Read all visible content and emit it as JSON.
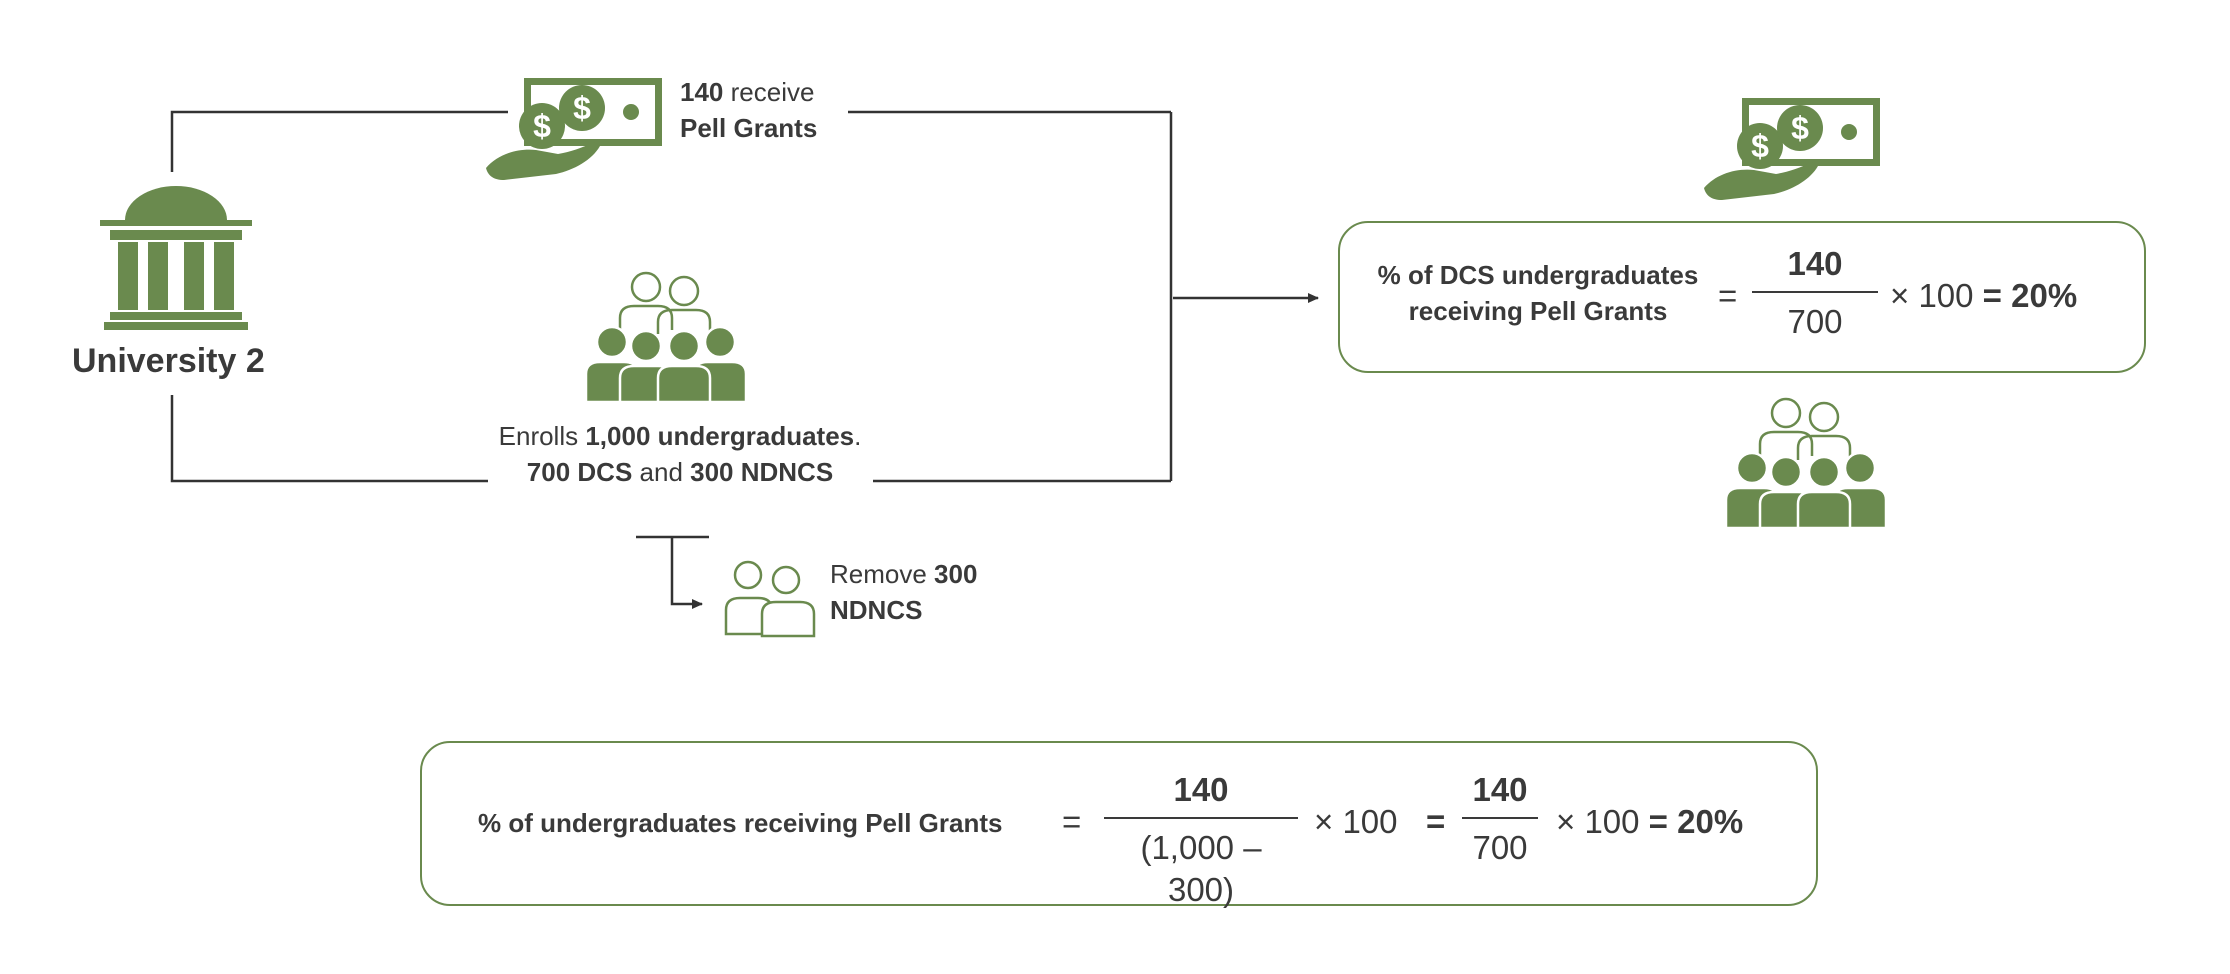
{
  "university": {
    "name": "University 2"
  },
  "pell_receive": {
    "count": "140",
    "text1": " receive",
    "text2": "Pell Grants"
  },
  "enrollment": {
    "prefix": "Enrolls ",
    "total": "1,000 undergraduates",
    "suffix": ".",
    "dcs": "700 DCS",
    "and": " and ",
    "ndncs": "300 NDNCS"
  },
  "remove": {
    "prefix": "Remove ",
    "count": "300",
    "label": "NDNCS"
  },
  "dcs_formula": {
    "label_line1": "% of DCS undergraduates",
    "label_line2": "receiving Pell Grants",
    "equals": "=",
    "numerator": "140",
    "denominator": "700",
    "times": "× 100",
    "equals2": "=",
    "result": "20%"
  },
  "main_formula": {
    "label": "% of undergraduates receiving Pell Grants",
    "equals": "=",
    "numerator1": "140",
    "denominator1": "(1,000 – 300)",
    "times1": "× 100",
    "equals2": "=",
    "numerator2": "140",
    "denominator2": "700",
    "times2": "× 100",
    "equals3": "=",
    "result": "20%"
  },
  "colors": {
    "accent": "#6a8a4e",
    "text": "#3a3a3a",
    "lines": "#333333"
  }
}
